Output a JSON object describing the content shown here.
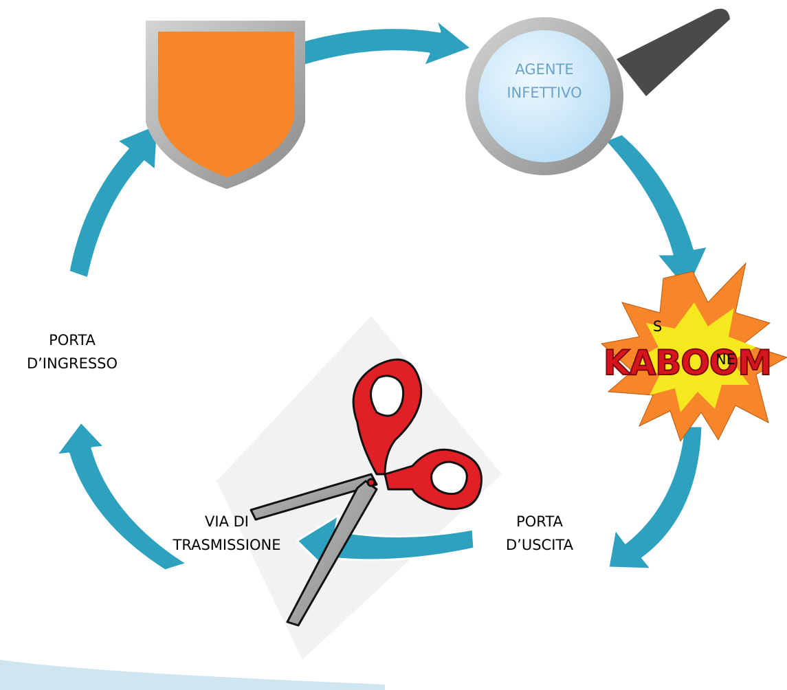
{
  "diagram": {
    "colors": {
      "arrow_fill": "#2ea1bf",
      "arrow_stroke": "#ffffff",
      "shield_fill": "#f7862b",
      "shield_rim": "#9e9e9e",
      "lens_fill": "#c7e6f7",
      "handle": "#4a4a4a",
      "explosion_outer": "#f7862b",
      "explosion_inner": "#f5e81f",
      "kaboom_text": "#d8141e",
      "scissors_handle": "#e01f26",
      "scissors_blade": "#9a9a9a",
      "label_color": "#000000"
    },
    "nodes": {
      "agente": {
        "lines": [
          "AGENTE",
          "INFETTIVO"
        ]
      },
      "serbatoio": {
        "partial_lines": [
          "S",
          "NE"
        ]
      },
      "porta_uscita": {
        "lines": [
          "PORTA",
          "D’USCITA"
        ]
      },
      "via_trasmissione": {
        "lines": [
          "VIA DI",
          "TRASMISSIONE"
        ]
      },
      "porta_ingresso": {
        "lines": [
          "PORTA",
          "D’INGRESSO"
        ]
      }
    },
    "kaboom": "KABOOM"
  }
}
